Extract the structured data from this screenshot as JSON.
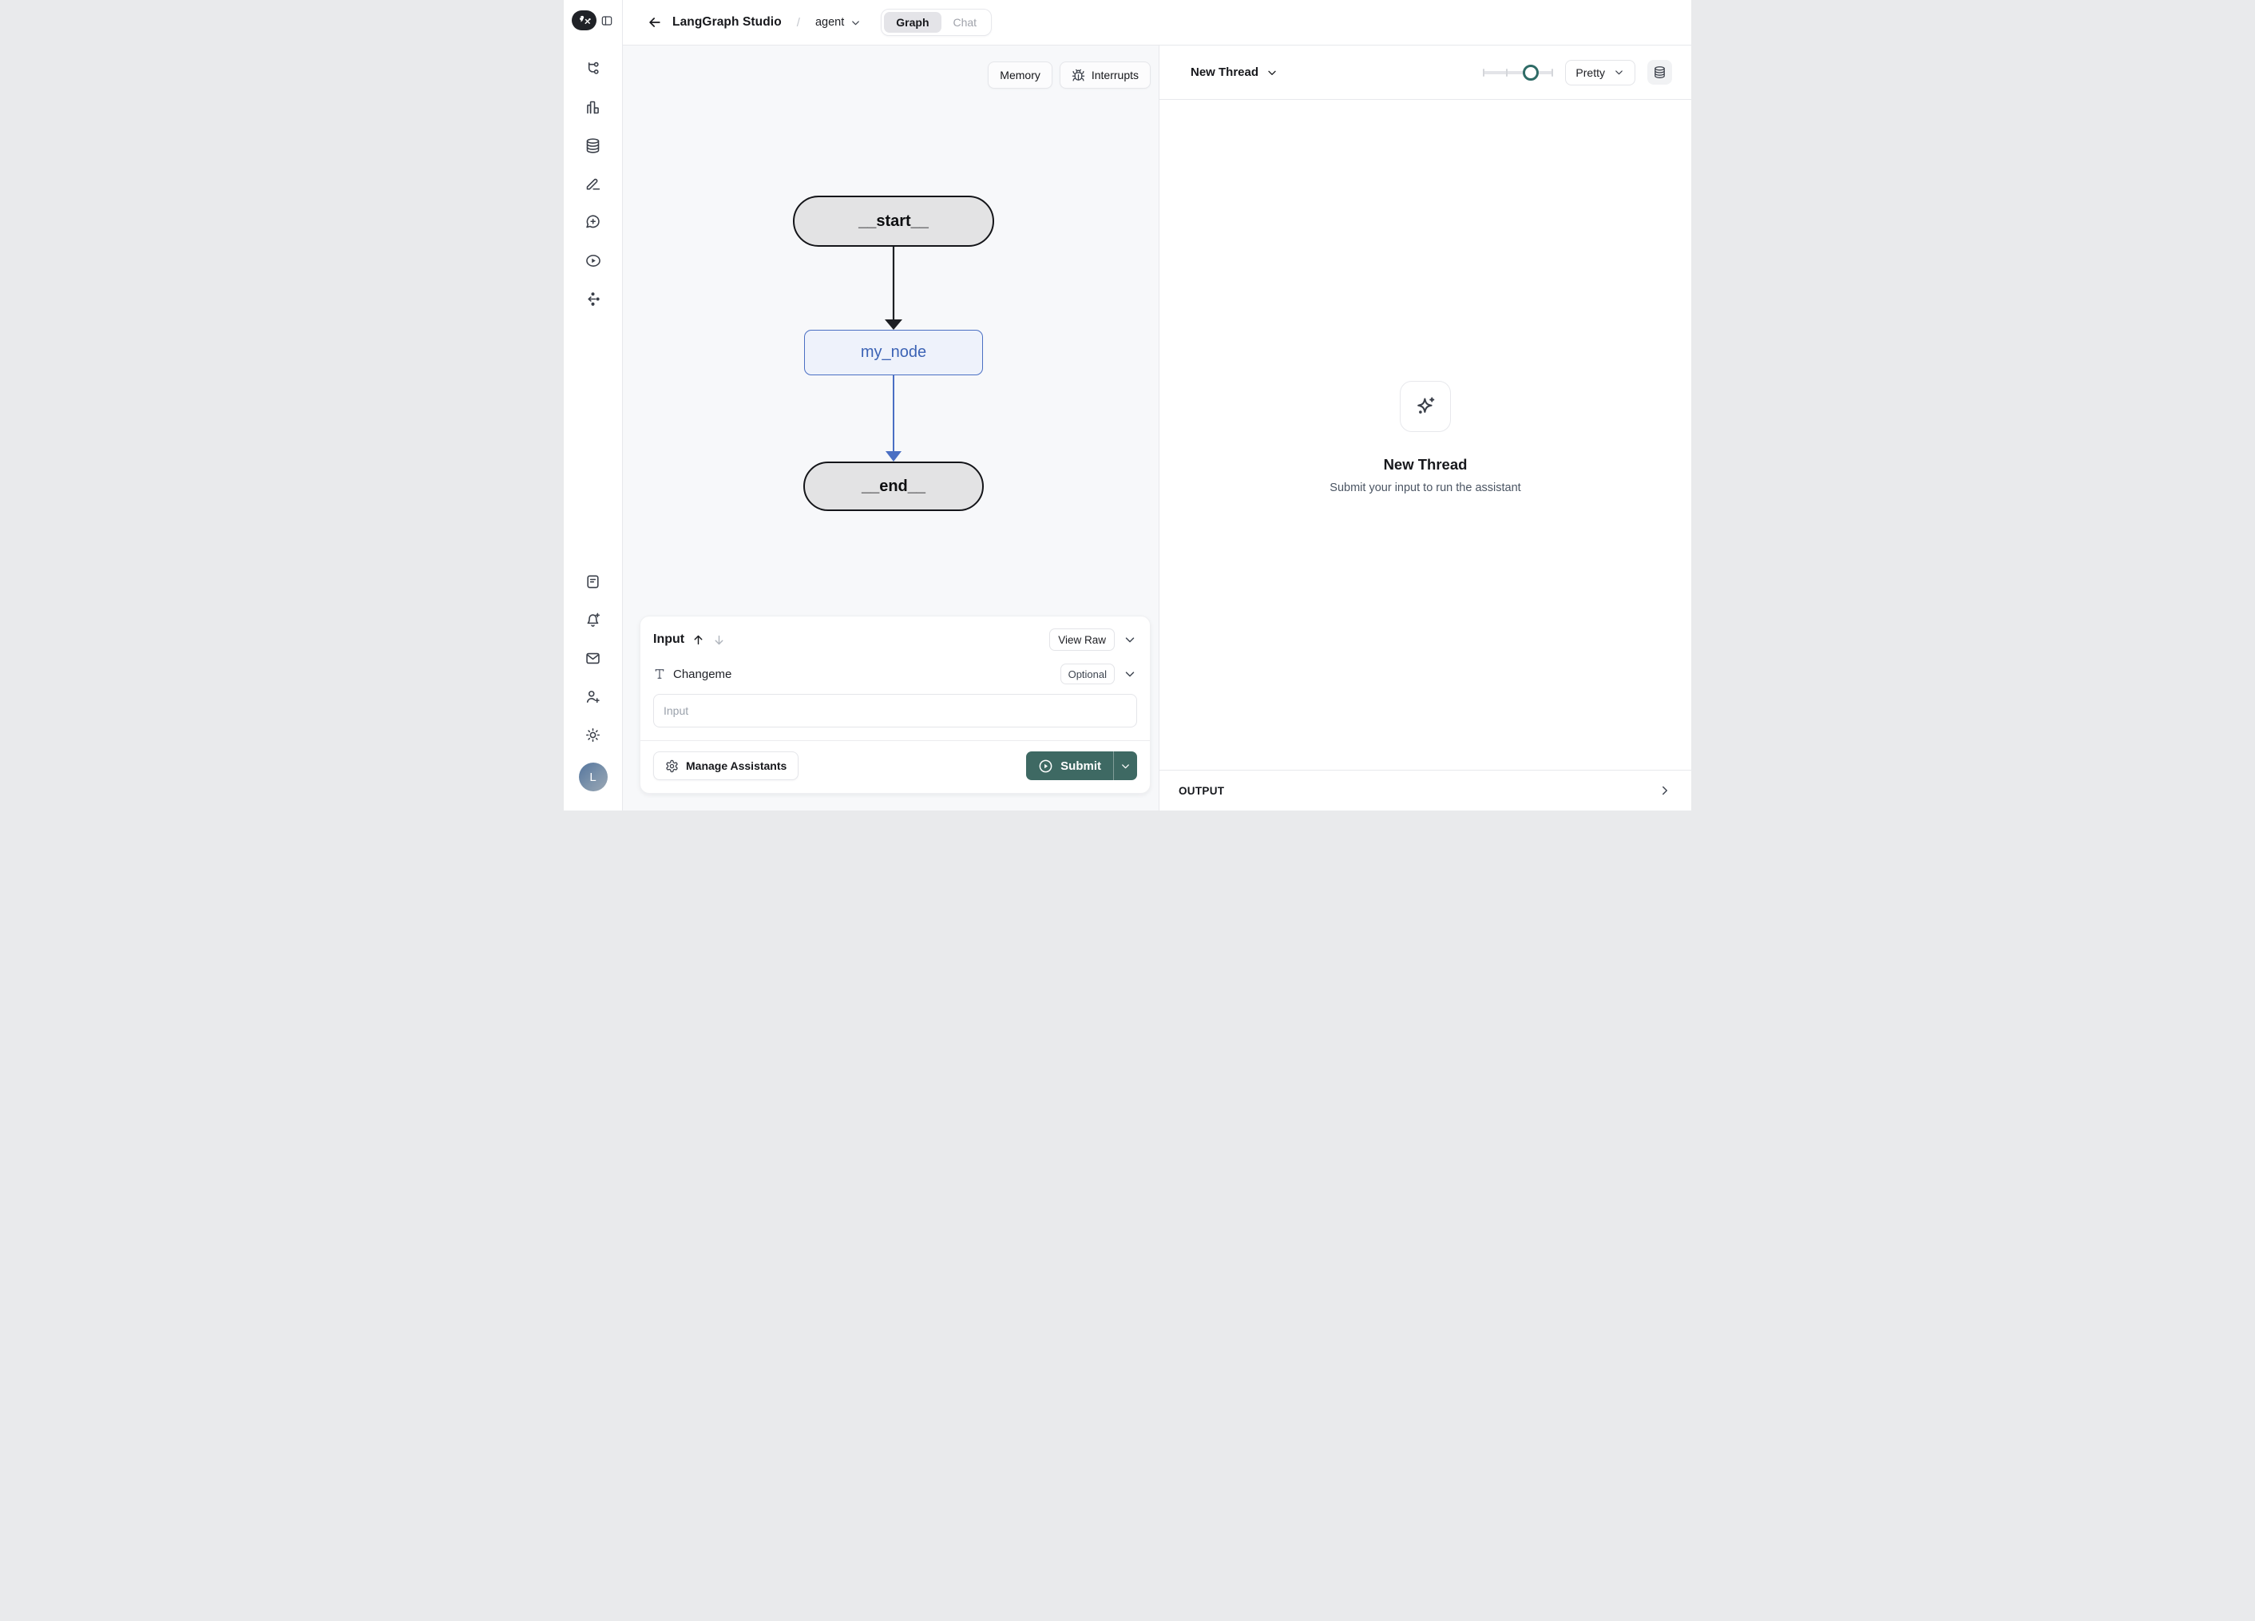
{
  "app": {
    "title": "LangGraph Studio",
    "breadcrumb_separator": "/",
    "project": "agent"
  },
  "header": {
    "tabs": [
      {
        "label": "Graph",
        "active": true
      },
      {
        "label": "Chat",
        "active": false
      }
    ]
  },
  "rail": {
    "logo_icon": "langchain-logo",
    "toggle_icon": "panel-left-icon",
    "top_icons": [
      "workflow-icon",
      "bar-chart-icon",
      "database-icon",
      "pencil-icon",
      "message-plus-icon",
      "play-circle-icon",
      "share-icon"
    ],
    "bottom_icons": [
      "notes-icon",
      "bell-plus-icon",
      "mail-icon",
      "user-plus-icon",
      "sun-icon"
    ],
    "avatar_initial": "L"
  },
  "canvas": {
    "memory_button": "Memory",
    "interrupts_button": "Interrupts",
    "graph": {
      "nodes": [
        {
          "id": "__start__",
          "type": "pill",
          "fill": "#e3e3e4",
          "border": "#141519"
        },
        {
          "id": "my_node",
          "type": "box",
          "fill": "#eef2fb",
          "border": "#4a6fc3"
        },
        {
          "id": "__end__",
          "type": "pill",
          "fill": "#e3e3e4",
          "border": "#141519"
        }
      ],
      "edges": [
        {
          "from": "__start__",
          "to": "my_node",
          "color": "#1d1f23"
        },
        {
          "from": "my_node",
          "to": "__end__",
          "color": "#4a6fc3"
        }
      ]
    }
  },
  "thread_panel": {
    "title": "New Thread",
    "render_mode": "Pretty",
    "empty_title": "New Thread",
    "empty_subtitle": "Submit your input to run the assistant",
    "output_label": "OUTPUT"
  },
  "input_panel": {
    "title": "Input",
    "view_raw_button": "View Raw",
    "field_label": "Changeme",
    "field_badge": "Optional",
    "field_placeholder": "Input",
    "manage_button": "Manage Assistants",
    "submit_button": "Submit"
  },
  "colors": {
    "accent_teal": "#3e6963",
    "slider_teal": "#2e6b66",
    "node_blue_border": "#4a6fc3",
    "node_blue_text": "#3c63b5",
    "node_gray_fill": "#e3e3e4",
    "canvas_bg": "#f7f8fa",
    "border": "#e7e8ec"
  }
}
